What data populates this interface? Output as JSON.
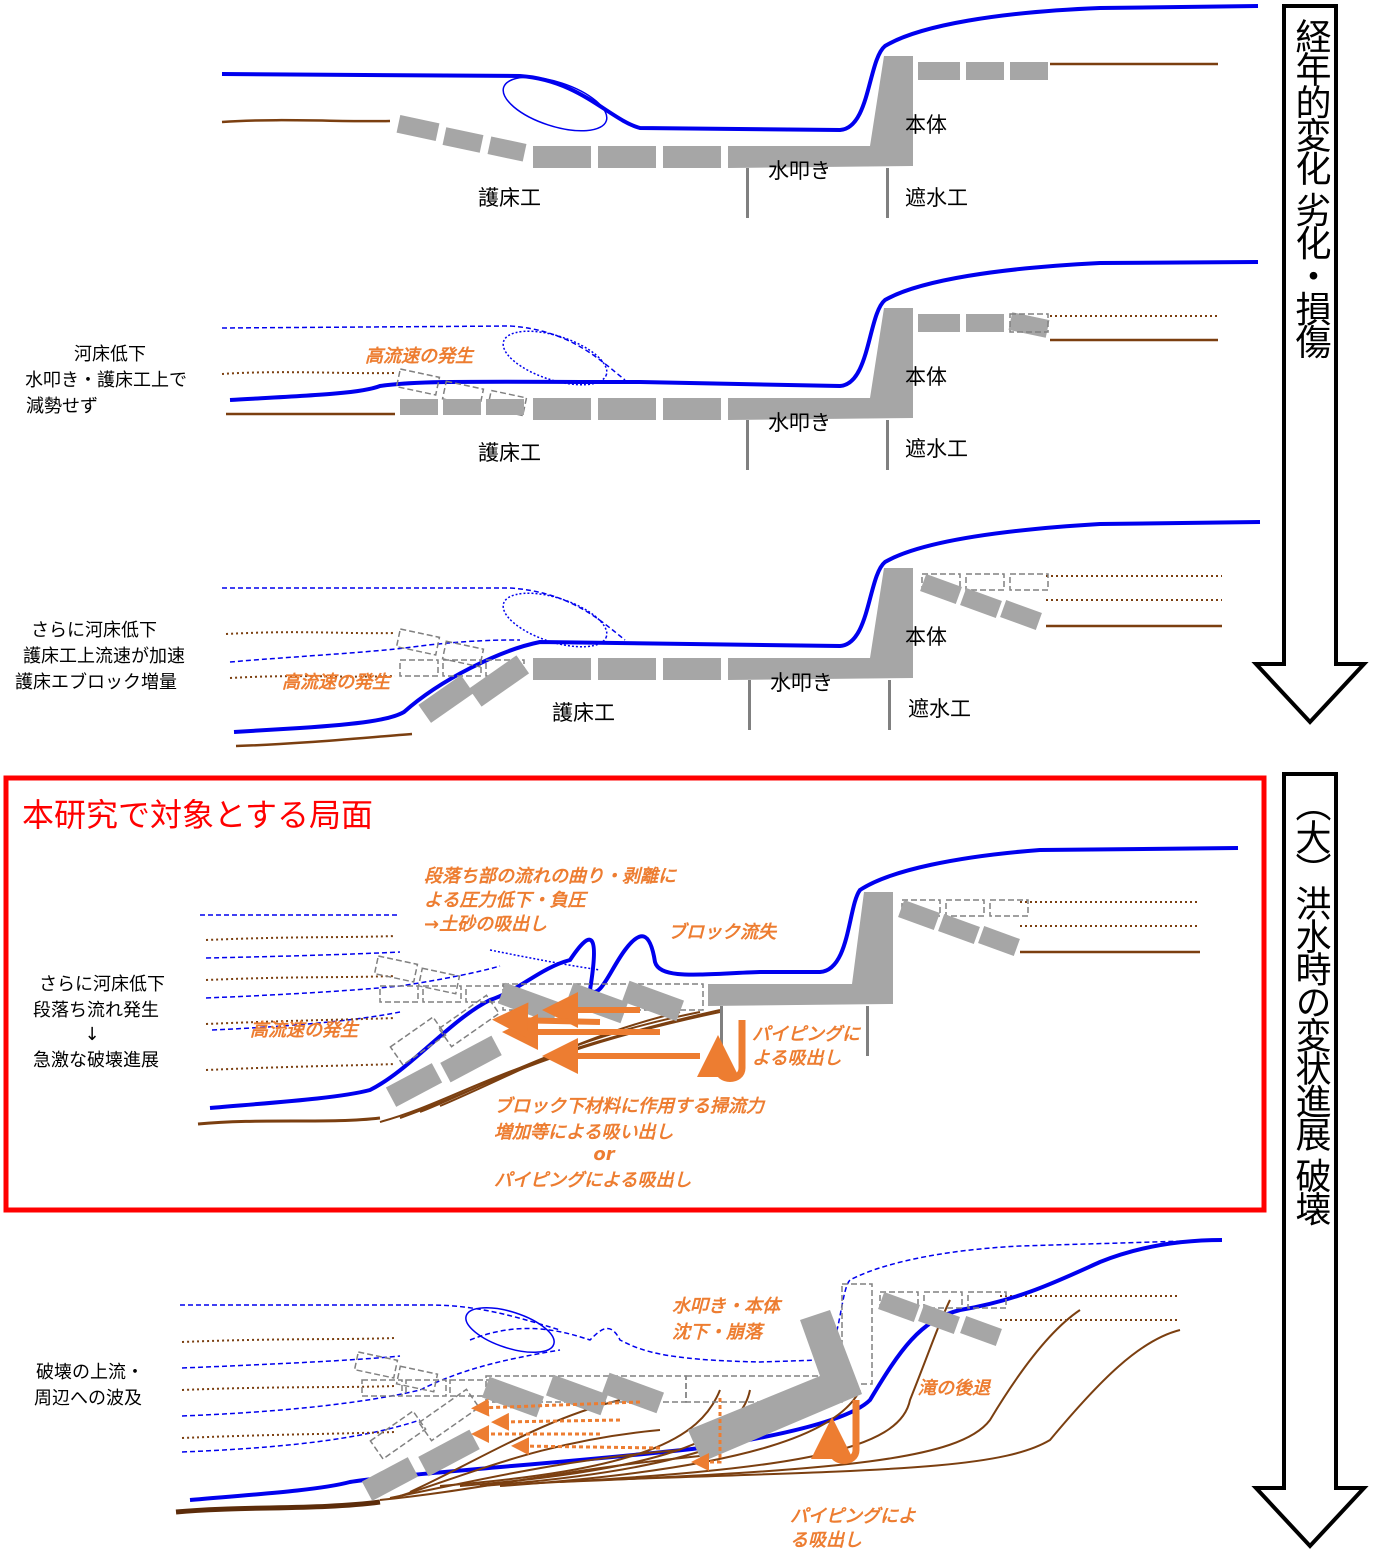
{
  "colors": {
    "water": "#0000EE",
    "bed": "#7B3F10",
    "block": "#A6A6A6",
    "accent_orange": "#ED7D31",
    "highlight_red": "#FF0000"
  },
  "arrows": {
    "top_label": "経年的変化 劣化・損傷",
    "bottom_label": "（大）洪水時の変状進展 破壊"
  },
  "panel1": {
    "labels": {
      "body": "本体",
      "apron": "水叩き",
      "protection": "護床工",
      "cutoff": "遮水工"
    }
  },
  "panel2": {
    "side_note": [
      "河床低下",
      "水叩き・護床工上で",
      "減勢せず"
    ],
    "high_velocity": "高流速の発生",
    "labels": {
      "body": "本体",
      "apron": "水叩き",
      "protection": "護床工",
      "cutoff": "遮水工"
    }
  },
  "panel3": {
    "side_note": [
      "さらに河床低下",
      "護床工上流速が加速",
      "護床エブロック増量"
    ],
    "high_velocity": "高流速の発生",
    "labels": {
      "body": "本体",
      "apron": "水叩き",
      "protection": "護床工",
      "cutoff": "遮水工"
    }
  },
  "panel4": {
    "title": "本研究で対象とする局面",
    "side_note": [
      "さらに河床低下",
      "段落ち流れ発生",
      "↓",
      "急激な破壊進展"
    ],
    "annotations": {
      "drop_flow": [
        "段落ち部の流れの曲り・剥離に",
        "よる圧力低下・負圧",
        "→土砂の吸出し"
      ],
      "block_loss": "ブロック流失",
      "high_velocity": "高流速の発生",
      "piping": [
        "パイピングに",
        "よる吸出し"
      ],
      "scour": [
        "ブロック下材料に作用する掃流力",
        "増加等による吸い出し",
        "or",
        "パイピングによる吸出し"
      ]
    }
  },
  "panel5": {
    "side_note": [
      "破壊の上流・",
      "周辺への波及"
    ],
    "annotations": {
      "collapse": [
        "水叩き・本体",
        "沈下・崩落"
      ],
      "fall_retreat": "滝の後退",
      "piping": [
        "パイピングによ",
        "る吸出し"
      ]
    }
  }
}
